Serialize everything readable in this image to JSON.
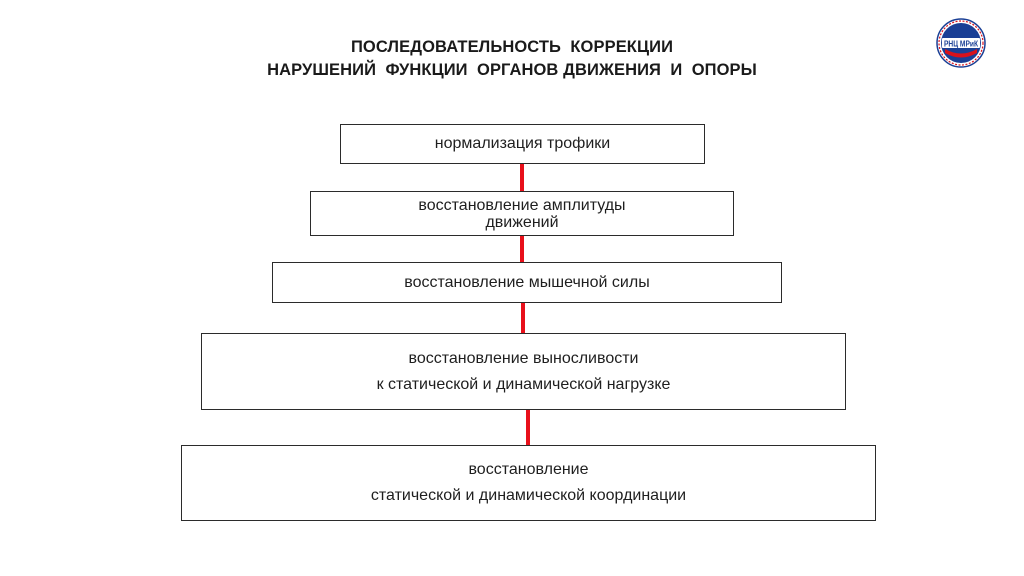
{
  "title": {
    "line1": "ПОСЛЕДОВАТЕЛЬНОСТЬ  КОРРЕКЦИИ",
    "line2": "НАРУШЕНИЙ  ФУНКЦИИ  ОРГАНОВ ДВИЖЕНИЯ  И  ОПОРЫ"
  },
  "logo": {
    "text": "РНЦ МРиК"
  },
  "steps": [
    {
      "lines": [
        "нормализация трофики"
      ]
    },
    {
      "lines": [
        "восстановление амплитуды",
        "движений"
      ]
    },
    {
      "lines": [
        "восстановление мышечной силы"
      ]
    },
    {
      "lines": [
        "восстановление выносливости",
        "к статической и динамической нагрузке"
      ]
    },
    {
      "lines": [
        "восстановление",
        "статической и динамической координации"
      ]
    }
  ],
  "colors": {
    "connector": "#e8101a",
    "box_border": "#2b2b2b",
    "logo_blue": "#1a3f95",
    "logo_red": "#d8121c"
  }
}
